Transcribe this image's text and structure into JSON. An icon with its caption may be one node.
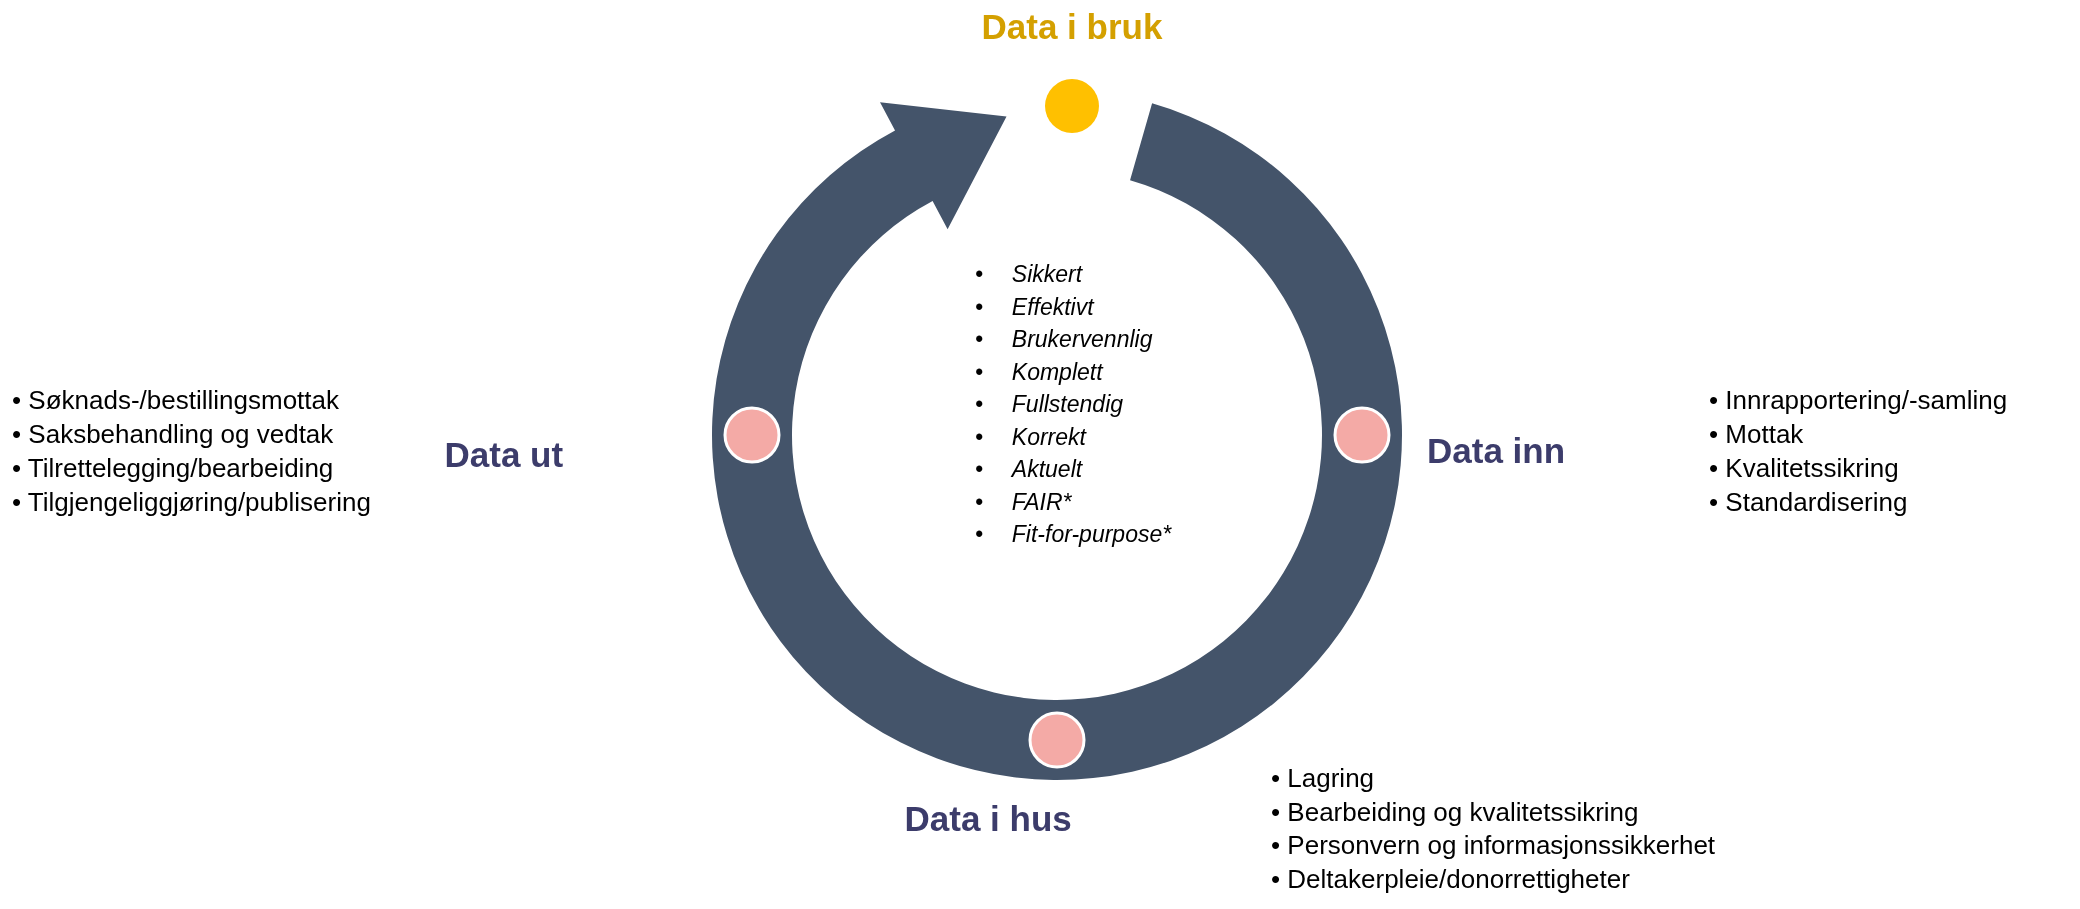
{
  "diagram": {
    "labels": [
      "Data i bruk",
      "•\tSikkert",
      "•\tEffektivt",
      "•\tBrukervennlig",
      "•\tKomplett",
      "•\tFullstendig",
      "•\tKorrekt",
      "•\tAktuelt",
      "•\tFAIR*",
      "•\tFit-for-purpose*",
      "• Søknads-/bestillingsmottak",
      "• Saksbehandling og vedtak",
      "• Tilrettelegging/bearbeiding",
      "• Tilgjengeliggjøring/publisering",
      "Data ut",
      "• Innrapportering/-samling",
      "• Mottak",
      "• Kvalitetssikring",
      "• Standardisering",
      "Data inn",
      "• Lagring",
      "• Bearbeiding og kvalitetssikring",
      "• Personvern og informasjonssikkerhet",
      "• Deltakerpleie/donorrettigheter",
      "Data i hus"
    ]
  }
}
